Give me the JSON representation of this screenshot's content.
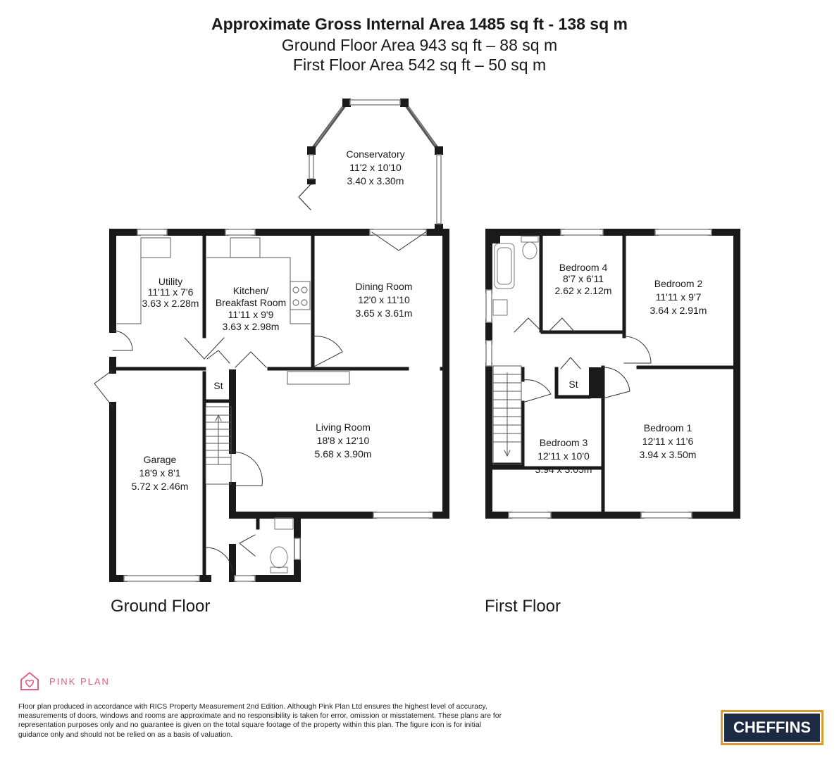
{
  "header": {
    "title": "Approximate Gross Internal Area 1485 sq ft - 138 sq m",
    "ground_area": "Ground Floor Area 943 sq ft – 88 sq m",
    "first_area": "First Floor Area 542 sq ft – 50 sq m"
  },
  "rooms": {
    "conservatory": {
      "name": "Conservatory",
      "imperial": "11'2 x 10'10",
      "metric": "3.40 x 3.30m"
    },
    "utility": {
      "name": "Utility",
      "imperial": "11'11 x 7'6",
      "metric": "3.63 x 2.28m"
    },
    "kitchen": {
      "name_line1": "Kitchen/",
      "name_line2": "Breakfast Room",
      "imperial": "11'11 x 9'9",
      "metric": "3.63 x 2.98m"
    },
    "dining": {
      "name": "Dining Room",
      "imperial": "12'0 x 11'10",
      "metric": "3.65 x 3.61m"
    },
    "living": {
      "name": "Living Room",
      "imperial": "18'8 x 12'10",
      "metric": "5.68 x 3.90m"
    },
    "garage": {
      "name": "Garage",
      "imperial": "18'9 x 8'1",
      "metric": "5.72 x 2.46m"
    },
    "store_ground": {
      "name": "St"
    },
    "bedroom4": {
      "name": "Bedroom 4",
      "imperial": "8'7 x 6'11",
      "metric": "2.62 x 2.12m"
    },
    "bedroom2": {
      "name": "Bedroom 2",
      "imperial": "11'11 x 9'7",
      "metric": "3.64 x 2.91m"
    },
    "bedroom3": {
      "name": "Bedroom 3",
      "imperial": "12'11 x 10'0",
      "metric": "3.94 x 3.05m"
    },
    "bedroom1": {
      "name": "Bedroom 1",
      "imperial": "12'11 x 11'6",
      "metric": "3.94 x 3.50m"
    },
    "store_first": {
      "name": "St"
    }
  },
  "floors": {
    "ground": "Ground Floor",
    "first": "First Floor"
  },
  "logo": {
    "text": "PINK PLAN",
    "icon": "house-heart-icon",
    "color": "#e5607e"
  },
  "disclaimer": "Floor plan produced in accordance with RICS Property Measurement 2nd Edition. Although Pink Plan Ltd ensures the highest level of accuracy, measurements of doors, windows and rooms are approximate and no responsibility is taken for error, omission or misstatement. These plans are for representation purposes only and no guarantee is given on the total square footage of the property within this plan. The figure icon is for initial guidance only and should not be relied on as a basis of valuation.",
  "brand": {
    "text": "CHEFFINS",
    "background": "#1d2a44",
    "accent": "#d89b32"
  }
}
